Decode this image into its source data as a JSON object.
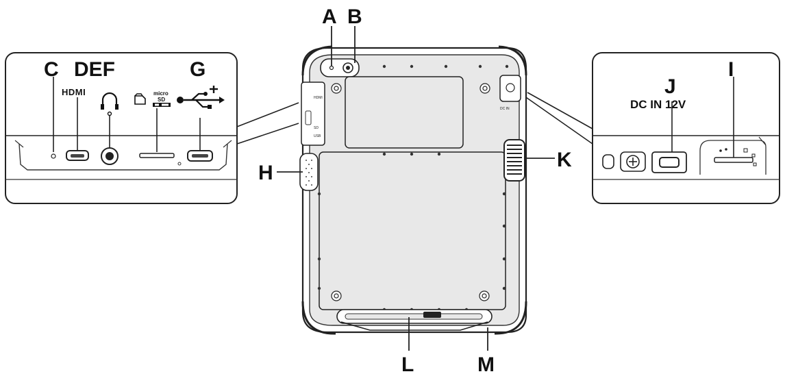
{
  "callouts": {
    "A": "A",
    "B": "B",
    "C": "C",
    "DEF": "DEF",
    "G": "G",
    "H": "H",
    "I": "I",
    "J": "J",
    "K": "K",
    "L": "L",
    "M": "M"
  },
  "left_panel": {
    "hdmi_logo": "HDMI",
    "microsd_top": "micro",
    "microsd_mid": "SD"
  },
  "right_panel": {
    "dc_in": "DC IN 12V"
  }
}
